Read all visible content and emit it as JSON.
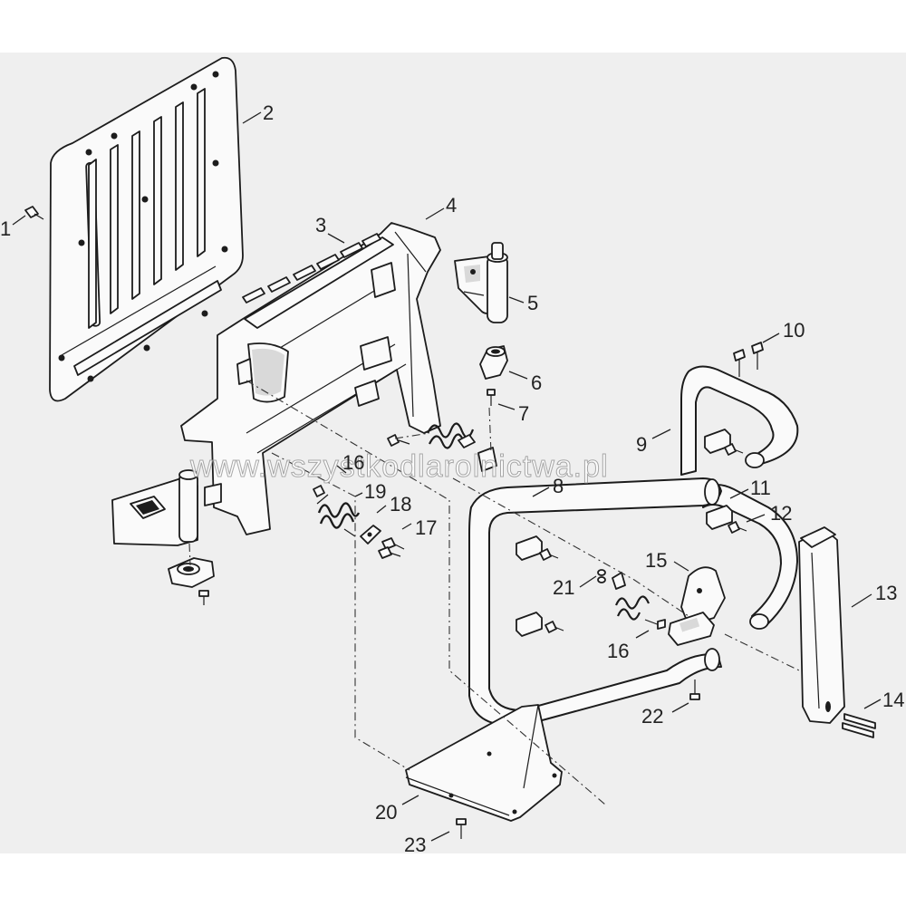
{
  "diagram": {
    "watermark": "www.wszystkodlarolnictwa.pl",
    "callouts": [
      {
        "id": "c1",
        "label": "1"
      },
      {
        "id": "c2",
        "label": "2"
      },
      {
        "id": "c3",
        "label": "3"
      },
      {
        "id": "c4",
        "label": "4"
      },
      {
        "id": "c5",
        "label": "5"
      },
      {
        "id": "c6",
        "label": "6"
      },
      {
        "id": "c7",
        "label": "7"
      },
      {
        "id": "c8",
        "label": "8"
      },
      {
        "id": "c9",
        "label": "9"
      },
      {
        "id": "c10",
        "label": "10"
      },
      {
        "id": "c11",
        "label": "11"
      },
      {
        "id": "c12",
        "label": "12"
      },
      {
        "id": "c13",
        "label": "13"
      },
      {
        "id": "c14",
        "label": "14"
      },
      {
        "id": "c15",
        "label": "15"
      },
      {
        "id": "c16a",
        "label": "16"
      },
      {
        "id": "c16b",
        "label": "16"
      },
      {
        "id": "c17",
        "label": "17"
      },
      {
        "id": "c18",
        "label": "18"
      },
      {
        "id": "c19",
        "label": "19"
      },
      {
        "id": "c20",
        "label": "20"
      },
      {
        "id": "c21",
        "label": "21"
      },
      {
        "id": "c22",
        "label": "22"
      },
      {
        "id": "c23",
        "label": "23"
      }
    ]
  }
}
